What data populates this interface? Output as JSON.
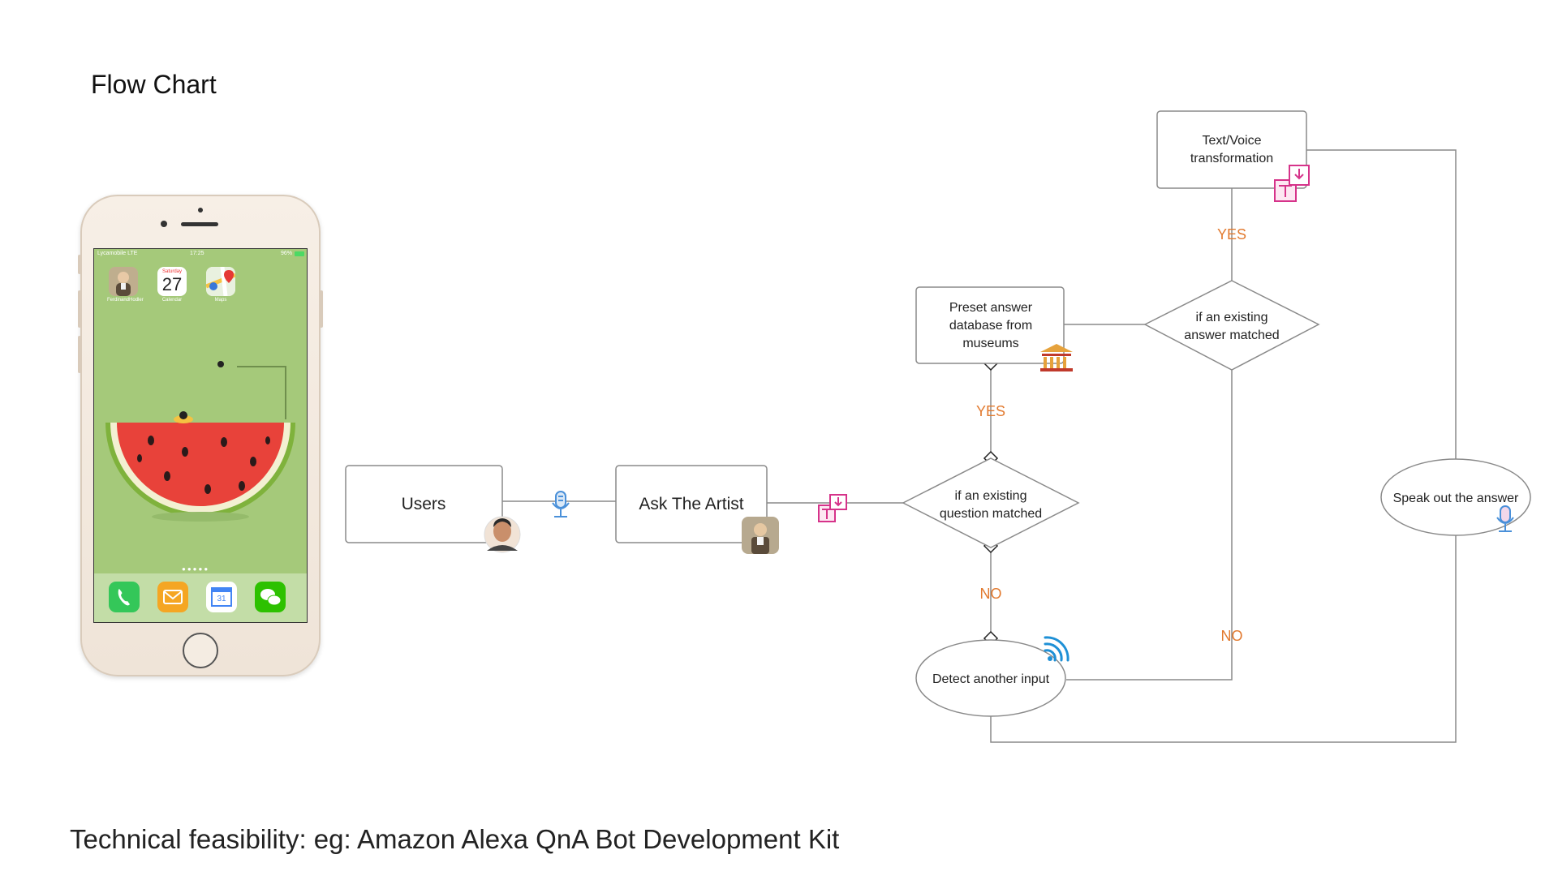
{
  "title": "Flow Chart",
  "footer": "Technical feasibility: eg: Amazon Alexa QnA Bot Development Kit",
  "phone": {
    "status": {
      "carrier": "Lycamobile  LTE",
      "time": "17:25",
      "battery": "96%"
    },
    "apps": [
      {
        "name": "FerdinandHodler",
        "icon": "portrait-app-icon"
      },
      {
        "name": "Calendar",
        "day": "Saturday",
        "date": "27",
        "icon": "calendar-icon"
      },
      {
        "name": "Maps",
        "icon": "maps-icon"
      }
    ],
    "dock": [
      {
        "name": "phone",
        "icon": "phone-icon",
        "color": "#34c759"
      },
      {
        "name": "mail",
        "icon": "mail-icon",
        "color": "#f5a623"
      },
      {
        "name": "calendar",
        "icon": "google-calendar-icon",
        "color": "#ffffff",
        "date": "31"
      },
      {
        "name": "wechat",
        "icon": "wechat-icon",
        "color": "#2dc100"
      }
    ]
  },
  "nodes": {
    "users": "Users",
    "ask_artist": "Ask The Artist",
    "question_matched": [
      "if an existing",
      "question matched"
    ],
    "preset_db": [
      "Preset answer",
      "database from",
      "museums"
    ],
    "answer_matched": [
      "if an existing",
      "answer matched"
    ],
    "transform": [
      "Text/Voice",
      "transformation"
    ],
    "speak": "Speak out the answer",
    "detect": "Detect another input"
  },
  "edge_labels": {
    "yes_db": "YES",
    "no_detect": "NO",
    "yes_transform": "YES",
    "no_answer": "NO"
  },
  "icons": {
    "user_avatar": "user-avatar-icon",
    "artist_avatar": "artist-avatar-icon",
    "mic": "microphone-icon",
    "text_voice": "text-voice-icon",
    "museum": "museum-icon",
    "wifi": "wifi-signal-icon"
  },
  "colors": {
    "line": "#888888",
    "label": "#e27a2f",
    "mic": "#4a90d9",
    "text_icon": "#d6338a",
    "museum": "#e6a23c"
  }
}
